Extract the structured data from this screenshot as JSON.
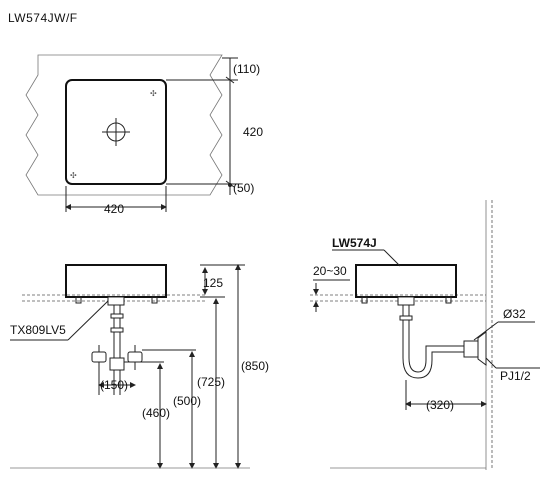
{
  "title": "LW574JW/F",
  "top_view": {
    "dim_top": "(110)",
    "dim_height": "420",
    "dim_bottom": "(50)",
    "dim_width": "420"
  },
  "front_view": {
    "dim_basin_height": "125",
    "dim_850": "(850)",
    "dim_725": "(725)",
    "dim_500": "(500)",
    "dim_460": "(460)",
    "dim_150": "(150)",
    "part_label": "TX809LV5"
  },
  "side_view": {
    "model_label": "LW574J",
    "dim_gap": "20~30",
    "dim_pipe_dia": "Ø32",
    "dim_thread": "PJ1/2",
    "dim_320": "(320)"
  }
}
